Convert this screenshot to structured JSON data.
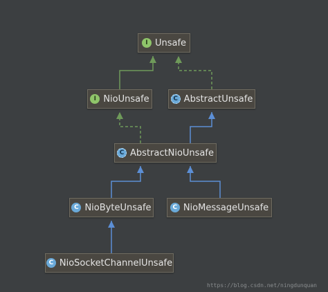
{
  "diagram": {
    "nodes": [
      {
        "id": "unsafe",
        "label": "Unsafe",
        "kind": "interface",
        "badge": "I"
      },
      {
        "id": "nio-unsafe",
        "label": "NioUnsafe",
        "kind": "interface",
        "badge": "I"
      },
      {
        "id": "abstract-unsafe",
        "label": "AbstractUnsafe",
        "kind": "abstract",
        "badge": "C"
      },
      {
        "id": "abstract-nio-unsafe",
        "label": "AbstractNioUnsafe",
        "kind": "abstract",
        "badge": "C"
      },
      {
        "id": "nio-byte-unsafe",
        "label": "NioByteUnsafe",
        "kind": "class",
        "badge": "C"
      },
      {
        "id": "nio-message-unsafe",
        "label": "NioMessageUnsafe",
        "kind": "class",
        "badge": "C"
      },
      {
        "id": "nio-socket-channel-unsafe",
        "label": "NioSocketChannelUnsafe",
        "kind": "class",
        "badge": "C"
      }
    ],
    "edges": [
      {
        "from": "nio-unsafe",
        "to": "unsafe",
        "type": "extends-interface"
      },
      {
        "from": "abstract-unsafe",
        "to": "unsafe",
        "type": "implements"
      },
      {
        "from": "abstract-nio-unsafe",
        "to": "nio-unsafe",
        "type": "implements"
      },
      {
        "from": "abstract-nio-unsafe",
        "to": "abstract-unsafe",
        "type": "extends"
      },
      {
        "from": "nio-byte-unsafe",
        "to": "abstract-nio-unsafe",
        "type": "extends"
      },
      {
        "from": "nio-message-unsafe",
        "to": "abstract-nio-unsafe",
        "type": "extends"
      },
      {
        "from": "nio-socket-channel-unsafe",
        "to": "nio-byte-unsafe",
        "type": "extends"
      }
    ],
    "colors": {
      "interface_edge": "#6f9a5a",
      "class_edge": "#5c8fd6"
    }
  },
  "watermark": "https://blog.csdn.net/ningdunquan"
}
